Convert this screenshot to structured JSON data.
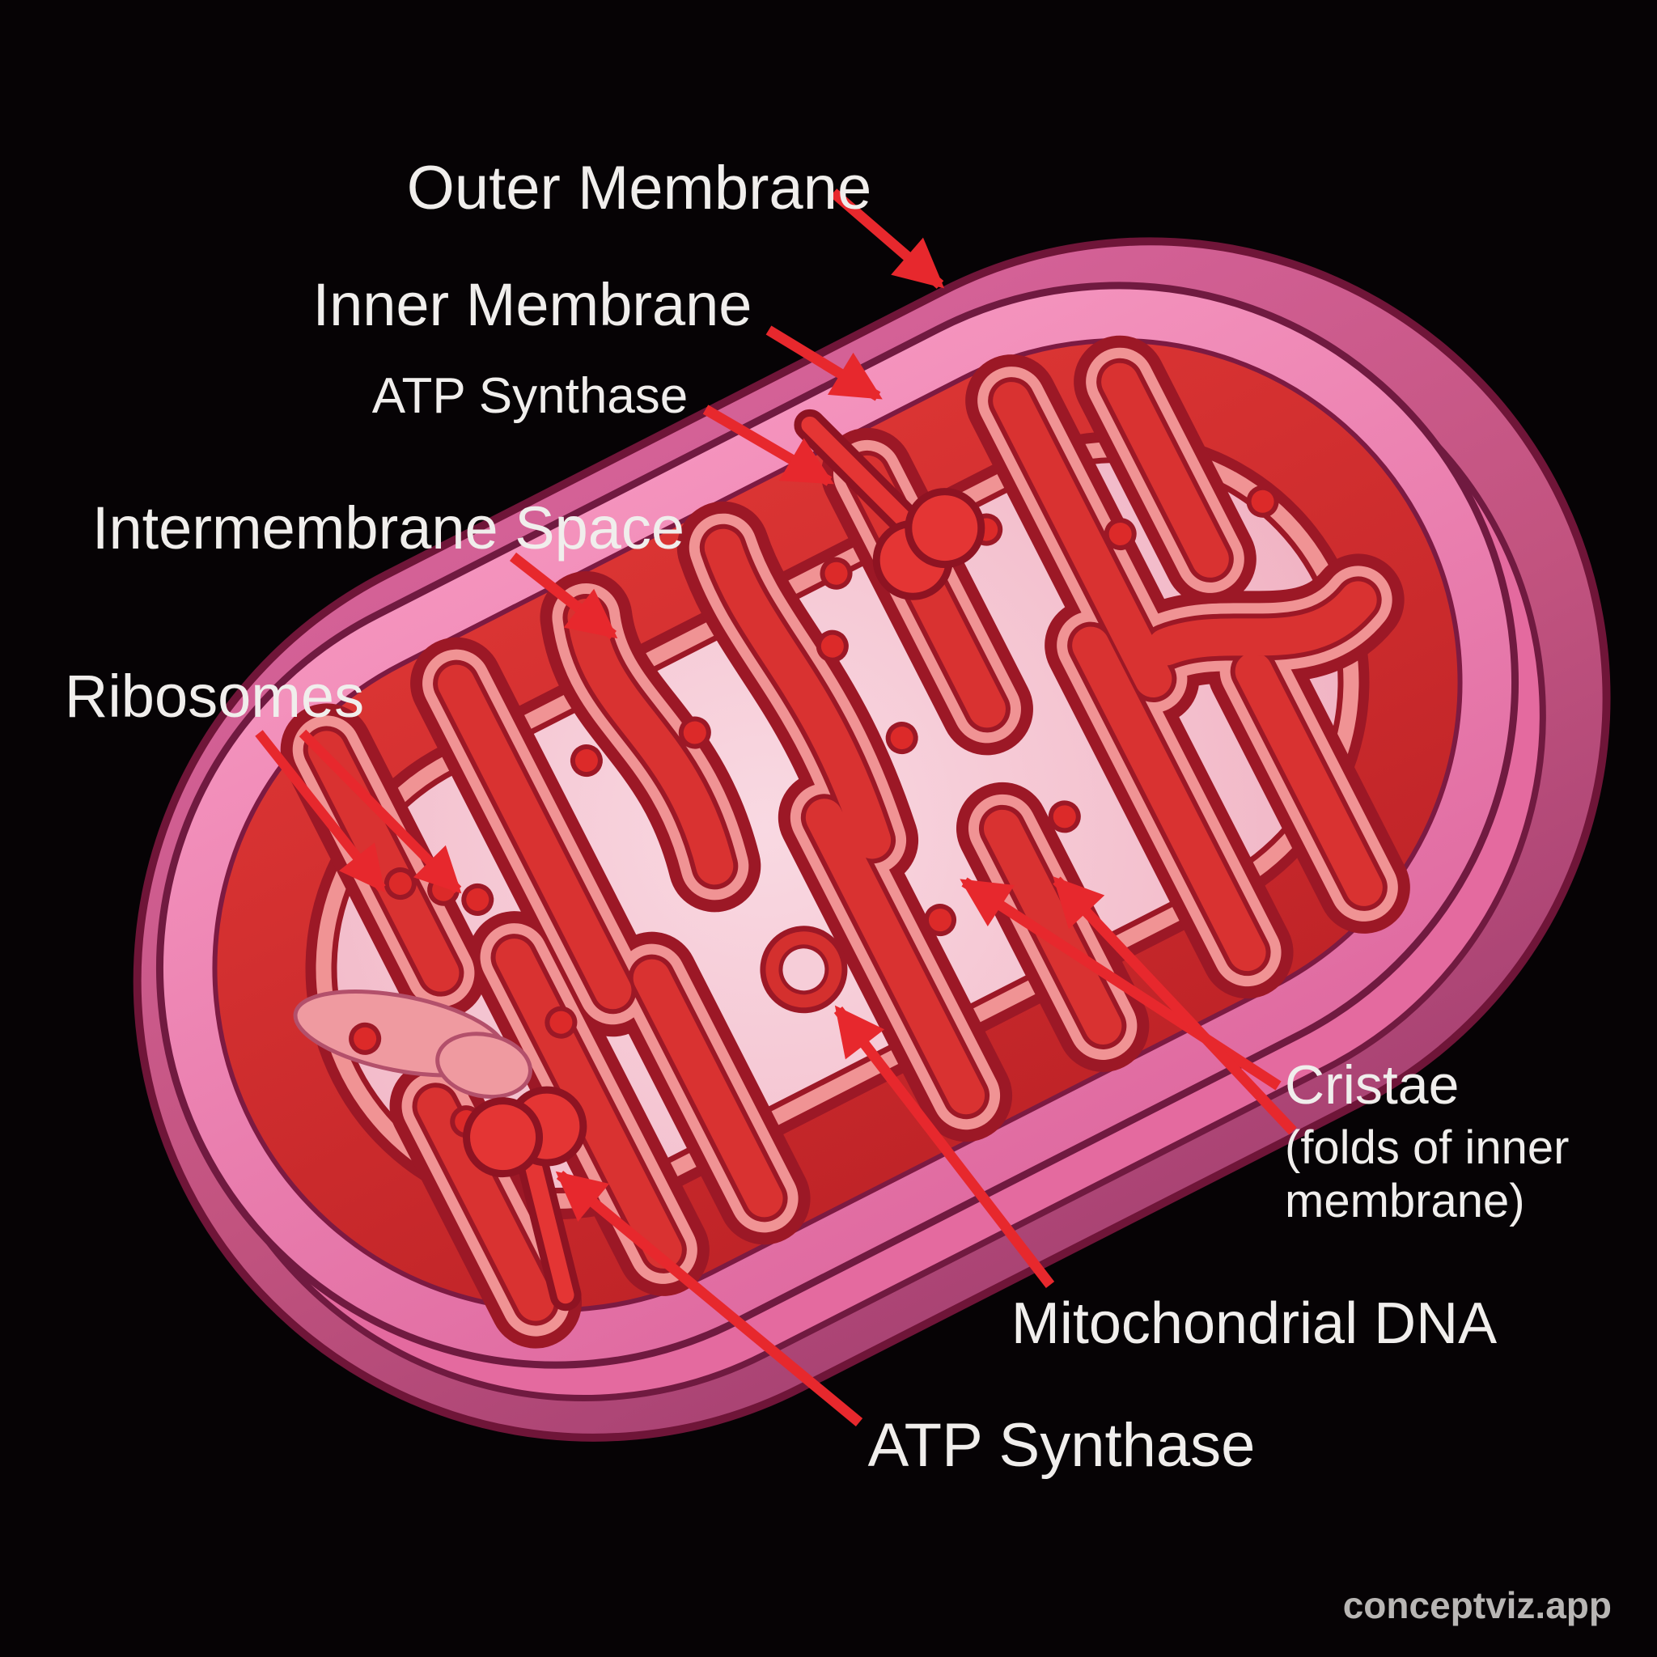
{
  "figure": {
    "labels": {
      "outer_membrane": "Outer Membrane",
      "inner_membrane": "Inner Membrane",
      "atp_synthase_top": "ATP Synthase",
      "intermembrane_space": "Intermembrane Space",
      "ribosomes": "Ribosomes",
      "cristae": "Cristae",
      "cristae_sub1": "(folds of inner",
      "cristae_sub2": "membrane)",
      "mitochondrial_dna": "Mitochondrial DNA",
      "atp_synthase_bottom": "ATP Synthase"
    },
    "watermark": "conceptviz.app",
    "colors": {
      "background": "#060305",
      "label_text": "#f0eeec",
      "arrow_red": "#e7282d",
      "body_side_mauve": "#c2537f",
      "body_side_mauve_dark": "#a84273",
      "outer_membrane_pink": "#ef83b1",
      "membrane_edge_highlight": "#e46a9f",
      "intermembrane_red": "#d73130",
      "matrix_pink": "#f7cdd8",
      "cristae_core_red": "#d93231",
      "cristae_border_salmon": "#f09394",
      "outline_maroon": "#701a40",
      "inner_outline_dark_red": "#9c1826",
      "ribosome_red": "#dc2a29",
      "dna_ring_red": "#d4302e",
      "granule_salmon": "#ef9aa0",
      "watermark_gray": "#b8b6b4"
    }
  }
}
